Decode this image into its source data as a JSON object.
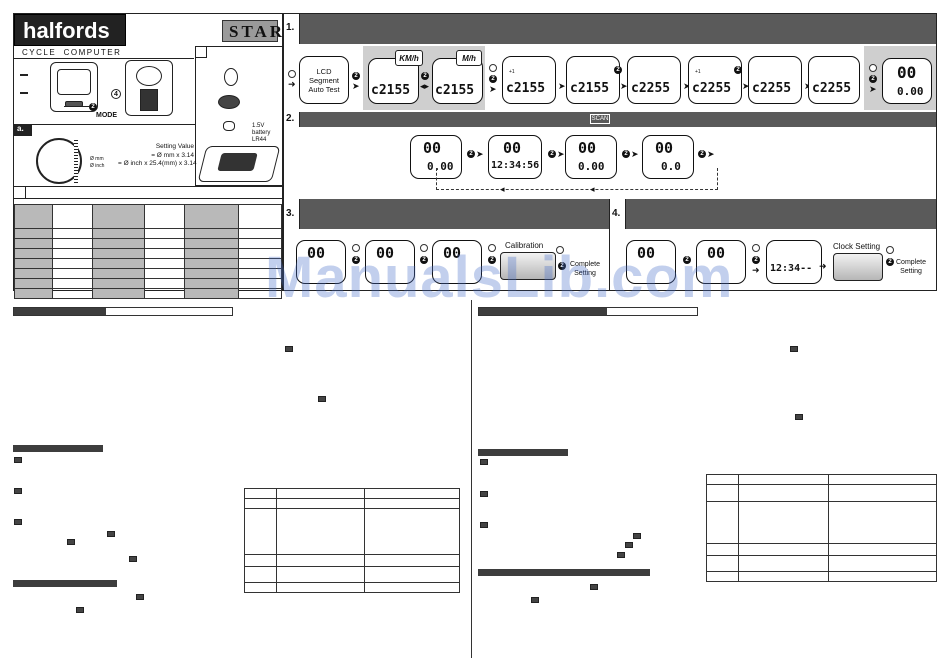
{
  "brand": {
    "name": "halfords",
    "model": "STAR",
    "subtitle": "CYCLE  COMPUTER"
  },
  "left_panel": {
    "mode_label": "MODE",
    "mode_num": "2",
    "callout_num": "4",
    "section_a": "a.",
    "battery": [
      "1.5V",
      "battery",
      "LR44"
    ],
    "setting_value_title": "Setting Value",
    "formula_1": "= Ø mm x 3.14",
    "formula_2": "= Ø inch x 25.4(mm) x 3.14",
    "dim_mm": "Ø mm",
    "dim_inch": "Ø inch"
  },
  "sections": {
    "s1": "1.",
    "s2": "2.",
    "s3": "3.",
    "s4": "4.",
    "scan_label": "SCAN"
  },
  "step1": {
    "lcd_auto_test": [
      "LCD",
      "Segment",
      "Auto Test"
    ],
    "kmh_label": "KM/h",
    "mh_label": "M/h",
    "values": [
      "c2155",
      "c2155",
      "c2155",
      "c2155",
      "c2255",
      "c2255",
      "c2255"
    ],
    "final": [
      "00",
      "0.00"
    ]
  },
  "step2": {
    "displays": [
      {
        "top": "00",
        "bottom": "0.00"
      },
      {
        "top": "00",
        "bottom": "12:34:56"
      },
      {
        "top": "00",
        "bottom": "0.00"
      },
      {
        "top": "00",
        "bottom": "0.0"
      }
    ]
  },
  "step3": {
    "calibration_title": "Calibration",
    "complete_setting": [
      "Complete",
      "Setting"
    ]
  },
  "step4": {
    "clock_title": "Clock Setting",
    "clock_value": "12:34--",
    "complete_setting": [
      "Complete",
      "Setting"
    ]
  },
  "watermark": "ManualsLib.com",
  "colors": {
    "header_gray": "#5a5a5a",
    "step_gray": "#cfcfcf",
    "watermark": "#4b6ec8"
  }
}
